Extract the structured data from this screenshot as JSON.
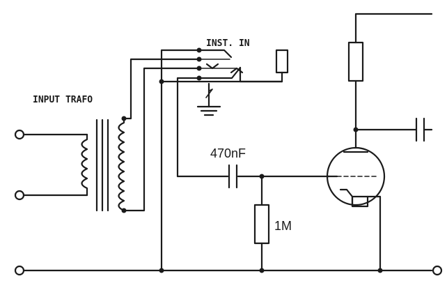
{
  "labels": {
    "input_trafo": "INPUT TRAFO",
    "inst_in": "INST. IN",
    "capacitor": "470nF",
    "resistor": "1M"
  },
  "colors": {
    "ink": "#1a1a1a",
    "background": "#ffffff"
  }
}
